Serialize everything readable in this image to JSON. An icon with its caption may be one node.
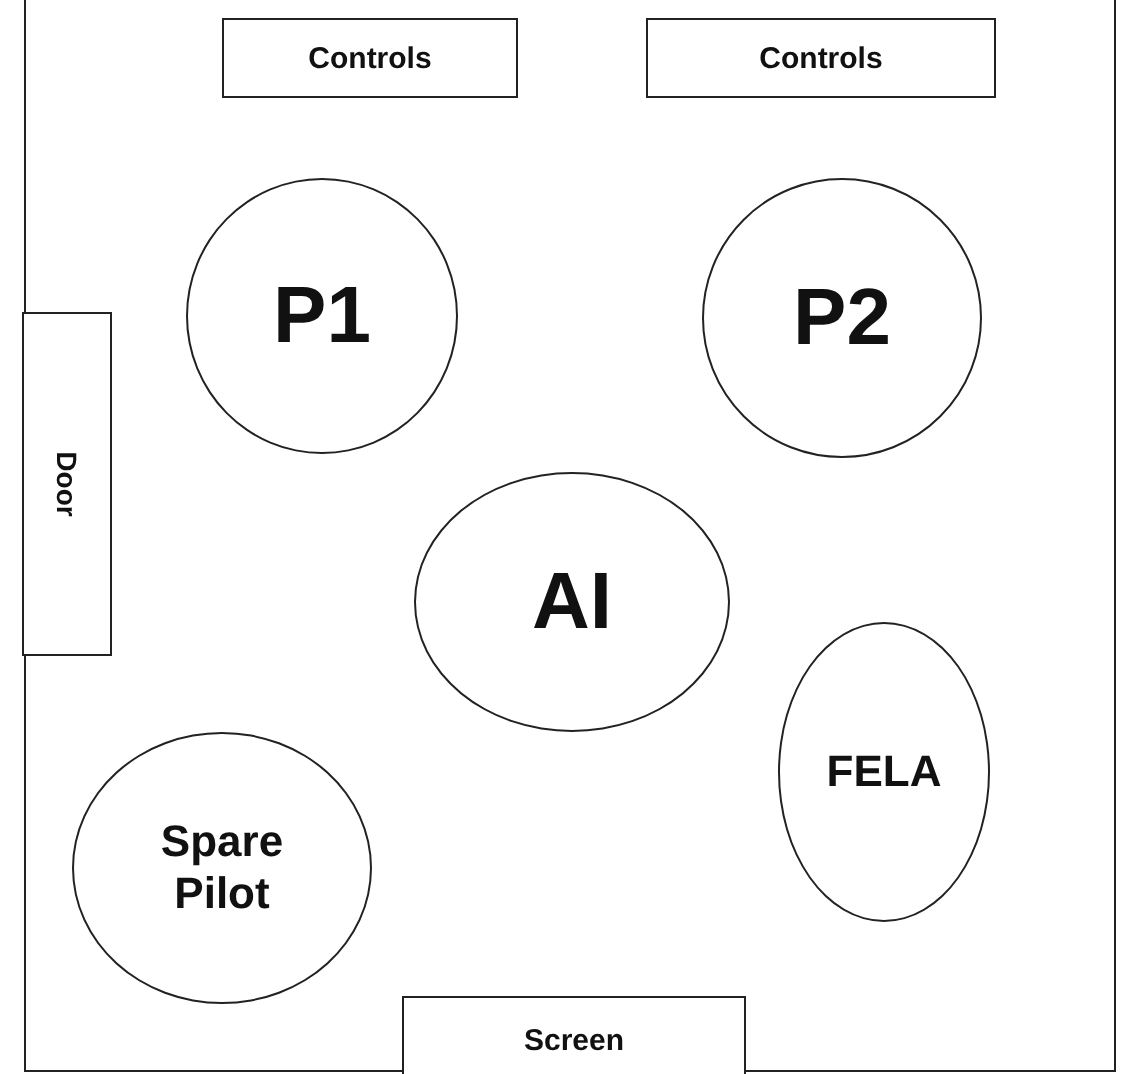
{
  "diagram": {
    "nodes": [
      {
        "text": [],
        "shape": "box"
      },
      {
        "text": [
          "Controls"
        ],
        "in": 0
      },
      {
        "text": [
          "Controls"
        ],
        "in": 0
      },
      {
        "text": [
          "P1"
        ],
        "in": 0
      },
      {
        "text": [
          "P2"
        ],
        "in": 0
      },
      {
        "text": [
          "Door"
        ],
        "in": 0
      },
      {
        "text": [
          "AI"
        ],
        "in": 0
      },
      {
        "text": [
          "FELA"
        ],
        "in": 0
      },
      {
        "text": [
          "Spare Pilot"
        ],
        "in": 0
      },
      {
        "text": [
          "Screen"
        ],
        "in": 0
      }
    ]
  }
}
